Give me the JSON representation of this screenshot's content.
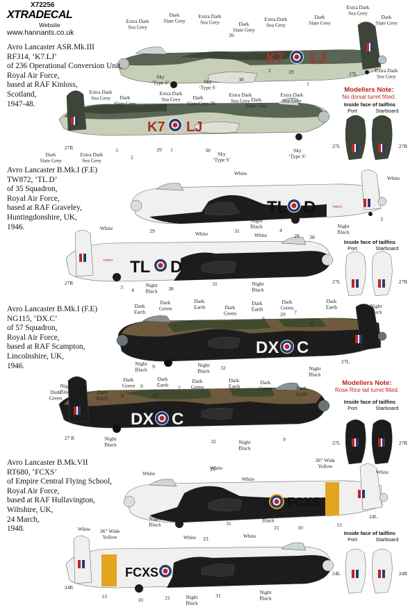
{
  "brand": {
    "catalog": "X72256",
    "logo": "XTRADECAL",
    "website_label": "Website",
    "website_url": "www.hannants.co.uk"
  },
  "colors": {
    "dark_earth": "#6e5a3c",
    "dark_green": "#3f4a2e",
    "dark_slate_grey": "#4d5648",
    "sea_grey": "#9aa3a6",
    "sky": "#c8cfb8",
    "night_black": "#1c1c1c",
    "white": "#f3f3f3",
    "yellow": "#e1a51f",
    "roundel_blue": "#2c3b6e",
    "roundel_red": "#b8262a",
    "code_red": "#a8322b",
    "note_red": "#c0201f"
  },
  "section1": {
    "desc": [
      "Avro Lancaster ASR.Mk.III",
      "RF314, ‘K7.LJ’",
      "of 236 Operational Conversion Unit,",
      "Royal Air Force,",
      "based at RAF Kinloss,",
      "Scotland,",
      "1947-48."
    ],
    "codes": [
      "K7",
      "LJ"
    ],
    "note_title": "Modellers Note:",
    "note_body": "No dorsal turret fitted.",
    "tailfins_title": "Inside face of tailfins",
    "port": "Port",
    "starboard": "Starboard",
    "fin_left": "27L",
    "fin_right": "27R",
    "top": {
      "extra_dark_sea_grey": "Extra Dark\nSea Grey",
      "dark_slate_grey": "Dark\nSlate Grey",
      "sky_type_s": "Sky\n‘Type S’",
      "numbers": [
        "26",
        "30",
        "2",
        "29",
        "1",
        "27L"
      ]
    },
    "bottom": {
      "numbers": [
        "27R",
        "3",
        "29",
        "1",
        "26",
        "30",
        "2"
      ]
    }
  },
  "section2": {
    "desc": [
      "Avro Lancaster B.Mk.I (F.E)",
      "TW872, ‘TL.D’",
      "of 35 Squadron,",
      "Royal Air Force,",
      "based at RAF Graveley,",
      "Huntingdonshire, UK,",
      "1946."
    ],
    "codes": [
      "TL",
      "D"
    ],
    "tailfins_title": "Inside face of tailfins",
    "port": "Port",
    "starboard": "Starboard",
    "fin_left": "27L",
    "fin_right": "27R",
    "white": "White",
    "night_black": "Night\nBlack",
    "serial": "TW872",
    "top_numbers": [
      "31",
      "4",
      "29",
      "38",
      "3"
    ],
    "bottom_numbers": [
      "29",
      "27R",
      "3",
      "4",
      "38",
      "31"
    ]
  },
  "section3": {
    "desc": [
      "Avro Lancaster B.Mk.I (F.E)",
      "NG115, ‘DX.C’",
      "of 57 Squadron,",
      "Royal Air Force,",
      "based at RAF Scampton,",
      "Lincolnshire, UK,",
      "1946."
    ],
    "codes": [
      "DX",
      "C"
    ],
    "note_title": "Modellers Note:",
    "note_body": "Rose Rice tail turret fitted.",
    "tailfins_title": "Inside face of tailfins",
    "port": "Port",
    "starboard": "Starboard",
    "fin_left": "27L",
    "fin_right": "27R",
    "dark_earth": "Dark\nEarth",
    "dark_green": "Dark\nGreen",
    "night_black": "Night\nBlack",
    "top_numbers": [
      "6",
      "29",
      "7",
      "8",
      "9",
      "32",
      "27L"
    ],
    "bottom_numbers": [
      "8",
      "6",
      "29",
      "7",
      "27 R",
      "32",
      "9"
    ]
  },
  "section4": {
    "desc": [
      "Avro Lancaster B.Mk.VII",
      "RT680, ‘FCXS’",
      "of Empire Central Flying School,",
      "Royal Air Force,",
      "based at RAF Hullavington,",
      "Wiltshire, UK,",
      "24 March,",
      "1948."
    ],
    "codes": [
      "FCXS"
    ],
    "tailfins_title": "Inside face of tailfins",
    "port": "Port",
    "starboard": "Starboard",
    "fin_left": "24L",
    "fin_right": "24R",
    "white": "White",
    "night_black": "Night\nBlack",
    "yellow": "36” Wide\nYellow",
    "top_numbers": [
      "23",
      "31",
      "21",
      "10",
      "13",
      "24L"
    ],
    "bottom_numbers": [
      "24R",
      "13",
      "10",
      "21",
      "23",
      "31"
    ]
  }
}
